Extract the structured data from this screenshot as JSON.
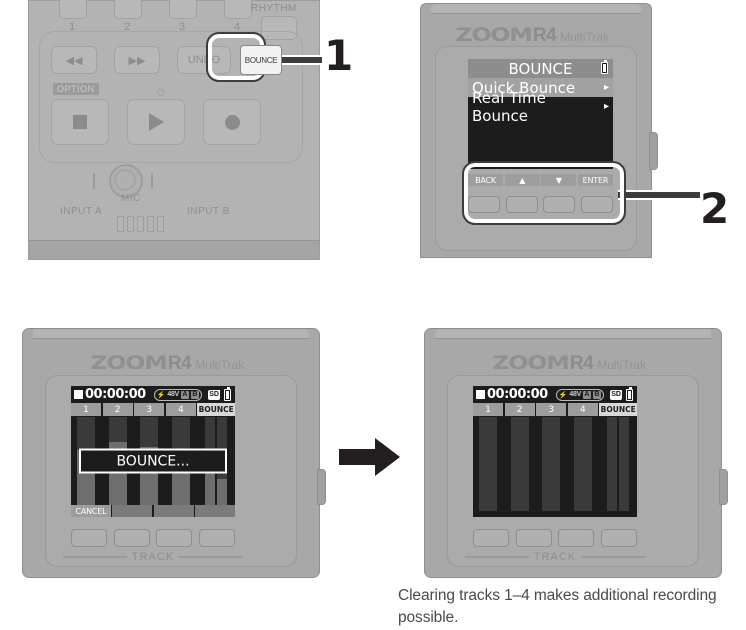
{
  "doc": {
    "type": "instruction-illustration",
    "device_brand": "ZOOM",
    "device_model": "R4",
    "device_subtitle": "MultiTrak"
  },
  "step1": {
    "number": "1",
    "highlight_button": "BOUNCE",
    "track_numbers": [
      "1",
      "2",
      "3",
      "4"
    ],
    "rhythm_label": "RHYTHM",
    "undo_label": "UNDO",
    "option_label": "OPTION",
    "rewind_label": "◀◀",
    "forward_label": "▶▶",
    "input_a_label": "INPUT A",
    "mic_label": "MIC",
    "input_b_label": "INPUT B"
  },
  "step2": {
    "number": "2",
    "screen": {
      "title": "BOUNCE",
      "items": [
        {
          "label": "Quick Bounce",
          "selected": true,
          "arrow": "▸"
        },
        {
          "label": "Real Time Bounce",
          "selected": false,
          "arrow": "▸"
        }
      ]
    },
    "softkeys": [
      "BACK",
      "▲",
      "▼",
      "ENTER"
    ]
  },
  "before": {
    "screen": {
      "timecode": "00:00:00",
      "phantom_label": "48V",
      "input_badges": [
        "A",
        "B"
      ],
      "sd_label": "SD",
      "track_headers": [
        "1",
        "2",
        "3",
        "4"
      ],
      "bounce_header": "BOUNCE",
      "modal_text": "BOUNCE...",
      "softkeys": [
        "CANCEL",
        "",
        "",
        ""
      ],
      "meter_levels": [
        62,
        72,
        66,
        58
      ],
      "bounce_meter_levels": [
        48,
        30
      ]
    },
    "track_label": "TRACK"
  },
  "after": {
    "screen": {
      "timecode": "00:00:00",
      "phantom_label": "48V",
      "input_badges": [
        "A",
        "B"
      ],
      "sd_label": "SD",
      "track_headers": [
        "1",
        "2",
        "3",
        "4"
      ],
      "bounce_header": "BOUNCE",
      "meter_levels": [
        0,
        0,
        0,
        0
      ],
      "bounce_meter_levels": [
        0,
        0
      ]
    },
    "track_label": "TRACK"
  },
  "caption": {
    "text": "Clearing tracks 1–4 makes additional recording possible."
  },
  "colors": {
    "body": "#a8a8a8",
    "lcd_bg": "#1c1c1c",
    "lcd_fg": "#ffffff",
    "highlight": "#ffffff",
    "callout": "#231f20",
    "caption": "#4a4a4a"
  }
}
